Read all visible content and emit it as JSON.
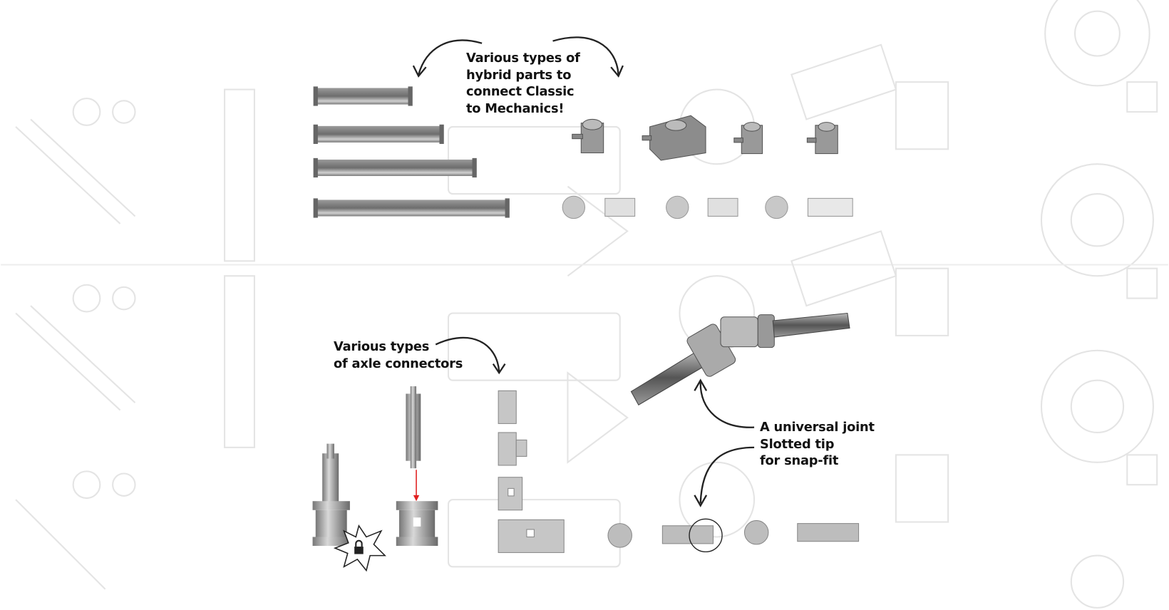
{
  "annotations": {
    "hybrid_parts": [
      "Various types of",
      "hybrid parts to",
      "connect Classic",
      "to Mechanics!"
    ],
    "axle_connectors": [
      "Various types",
      "of axle connectors"
    ],
    "universal_joint": [
      "A universal joint",
      "Slotted tip",
      "for snap-fit"
    ]
  },
  "colors": {
    "part": "#8a8a8a",
    "part_light": "#c4c4c4",
    "background_lines": "#e6e6e6",
    "arrow": "#222222",
    "insert_arrow": "#e02020"
  }
}
